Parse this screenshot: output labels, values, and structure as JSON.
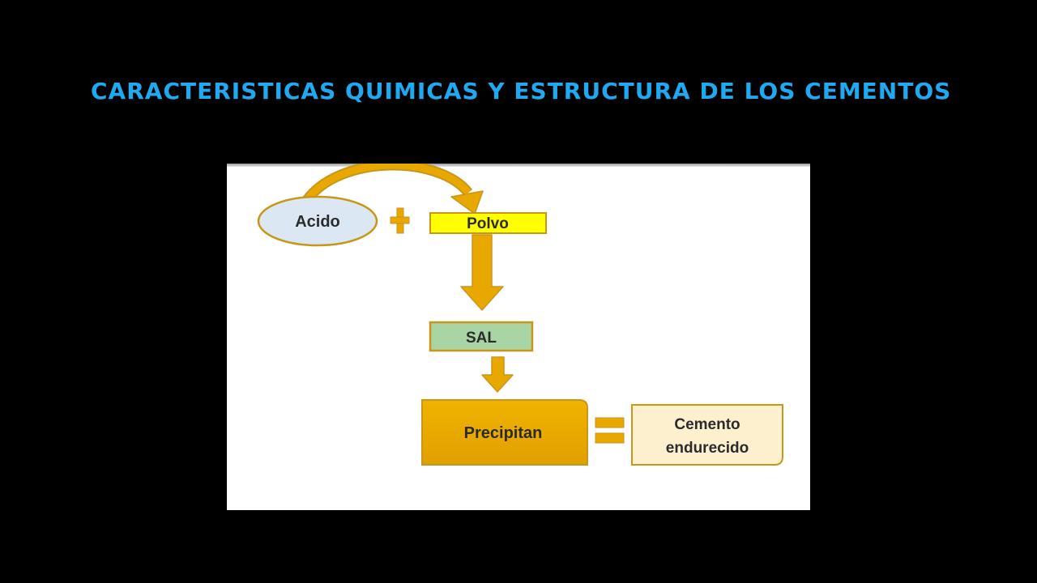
{
  "slide": {
    "title": "CARACTERISTICAS QUIMICAS Y ESTRUCTURA DE LOS CEMENTOS"
  },
  "diagram": {
    "nodes": {
      "acido": "Acido",
      "polvo": "Polvo",
      "sal": "SAL",
      "precipitan": "Precipitan",
      "cemento_line1": "Cemento",
      "cemento_line2": "endurecido"
    },
    "operators": {
      "plus": "plus-sign",
      "equals": "equals-sign"
    },
    "colors": {
      "background": "#000000",
      "title": "#1ea9f0",
      "acido_fill": "#dbe8f4",
      "polvo_fill": "#ffff00",
      "sal_fill": "#a9d5a4",
      "precipitan_fill": "#e8a800",
      "cemento_fill": "#fdf0cf",
      "arrow": "#e8a800",
      "border": "#c9961a"
    }
  }
}
